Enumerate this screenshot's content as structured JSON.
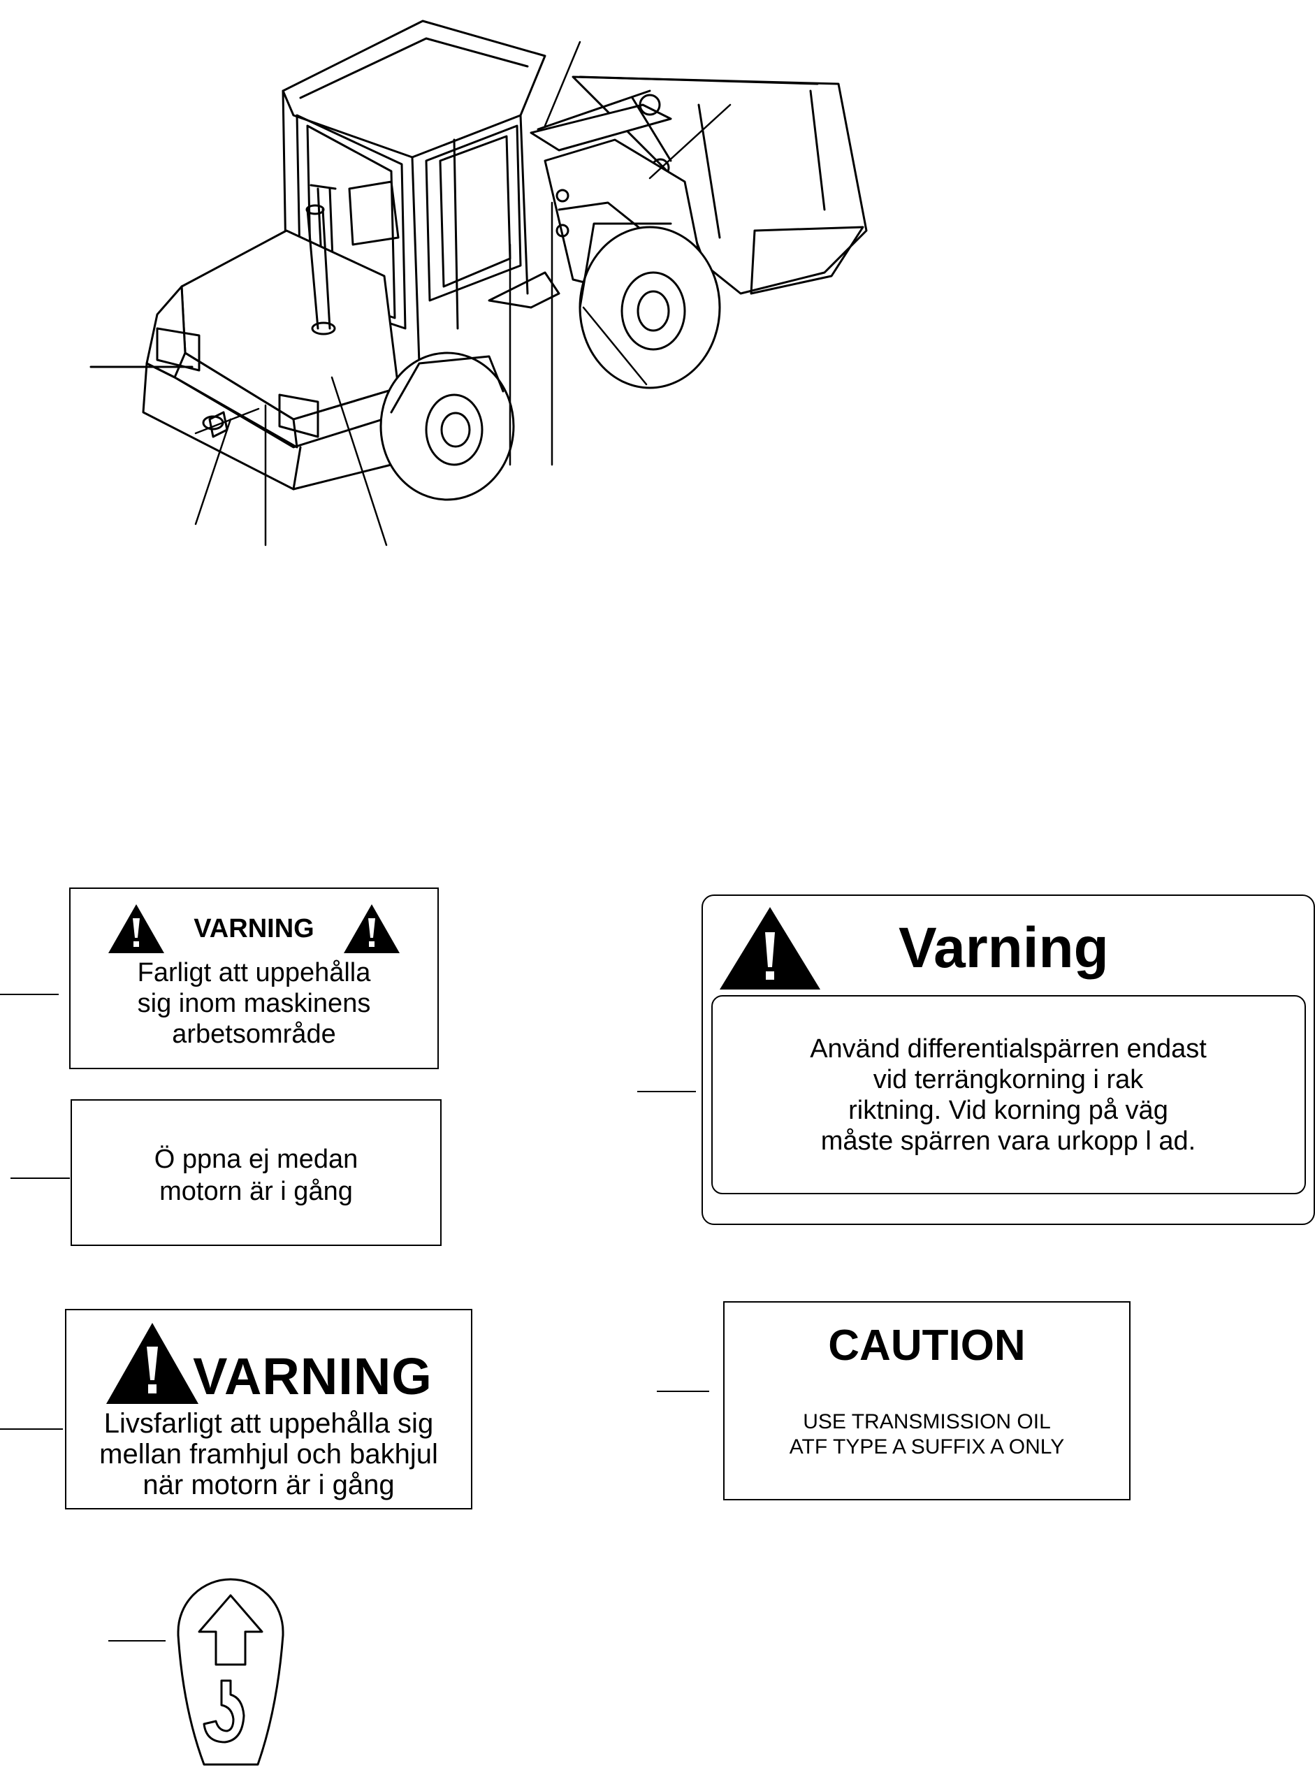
{
  "labels": {
    "warn_small": {
      "title": "VARNING",
      "lines": [
        "Farligt att uppehålla",
        "sig inom maskinens",
        "arbetsområde"
      ]
    },
    "open_notice": {
      "lines": [
        "Ö ppna ej medan",
        "motorn är i gång"
      ]
    },
    "warn_large": {
      "title": "VARNING",
      "lines": [
        "Livsfarligt att uppehålla sig",
        "mellan framhjul och bakhjul",
        "när motorn är i gång"
      ]
    },
    "diff_lock": {
      "title": "Varning",
      "lines": [
        "Använd differentialspärren endast",
        "vid terrängkorning i rak",
        "riktning. Vid korning på väg",
        "måste spärren vara urkopp l ad."
      ]
    },
    "caution": {
      "title": "CAUTION",
      "lines": [
        "USE TRANSMISSION OIL",
        "ATF TYPE A SUFFIX A ONLY"
      ]
    }
  },
  "icons": {
    "warning": "warning-triangle-icon",
    "lifting_point": "lifting-hook-icon",
    "machine": "wheel-loader-illustration"
  }
}
